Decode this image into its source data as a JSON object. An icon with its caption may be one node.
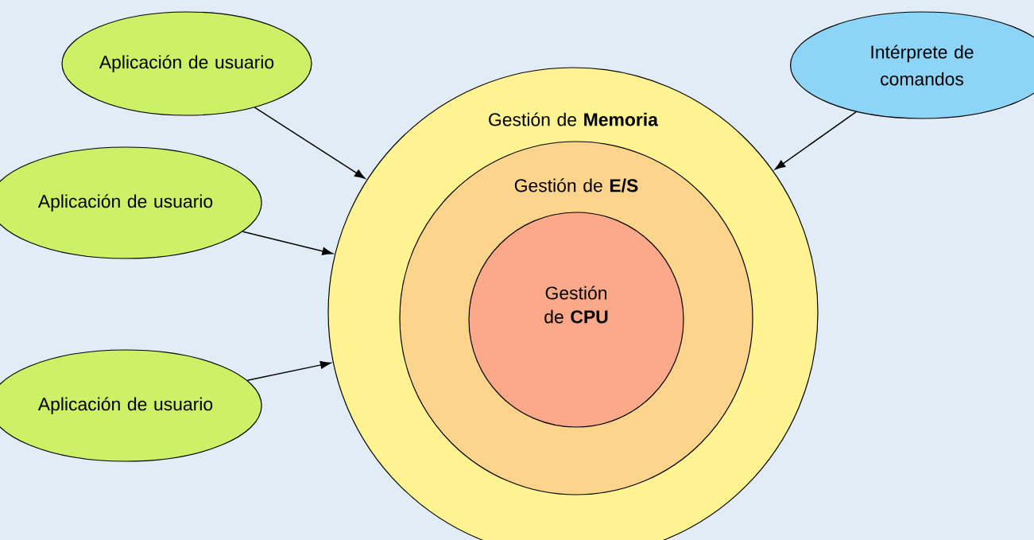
{
  "diagram": {
    "nodes": [
      {
        "text": [
          "Gestión de **Memoria**"
        ]
      },
      {
        "text": [
          "Gestión de **E/S**"
        ],
        "in": 0
      },
      {
        "text": [
          "Gestión de **CPU**"
        ],
        "in": 1
      },
      {
        "text": [
          "Aplicación de usuario"
        ]
      },
      {
        "text": [
          "Aplicación de usuario"
        ]
      },
      {
        "text": [
          "Aplicación de usuario"
        ]
      },
      {
        "text": [
          "Intérprete de comandos"
        ]
      }
    ],
    "edges": [
      {
        "from": 3,
        "to": 0,
        "arrow": "to"
      },
      {
        "from": 4,
        "to": 0,
        "arrow": "to"
      },
      {
        "from": 5,
        "to": 0,
        "arrow": "to"
      },
      {
        "from": 6,
        "to": 0,
        "arrow": "to"
      }
    ]
  }
}
